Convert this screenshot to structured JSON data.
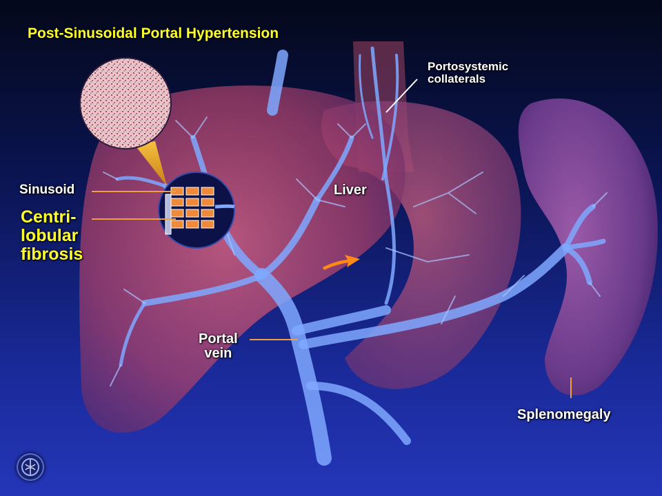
{
  "title": "Post-Sinusoidal Portal Hypertension",
  "labels": {
    "portosystemic_line1": "Portosystemic",
    "portosystemic_line2": "collaterals",
    "liver": "Liver",
    "sinusoid": "Sinusoid",
    "centrilobular_line1": "Centri-",
    "centrilobular_line2": "lobular",
    "centrilobular_line3": "fibrosis",
    "portal_line1": "Portal",
    "portal_line2": "vein",
    "splenomegaly": "Splenomegaly"
  },
  "colors": {
    "title": "#ffff30",
    "fibrosis_label": "#ffff30",
    "leader_line": "#f0a040",
    "vessel": "#7fa8ff",
    "liver": "#c2506e",
    "spleen": "#6a3a8a",
    "flow_arrow": "#ff8a1a"
  },
  "icons": [
    "anatomy-emblem-icon",
    "flow-arrow-icon"
  ]
}
